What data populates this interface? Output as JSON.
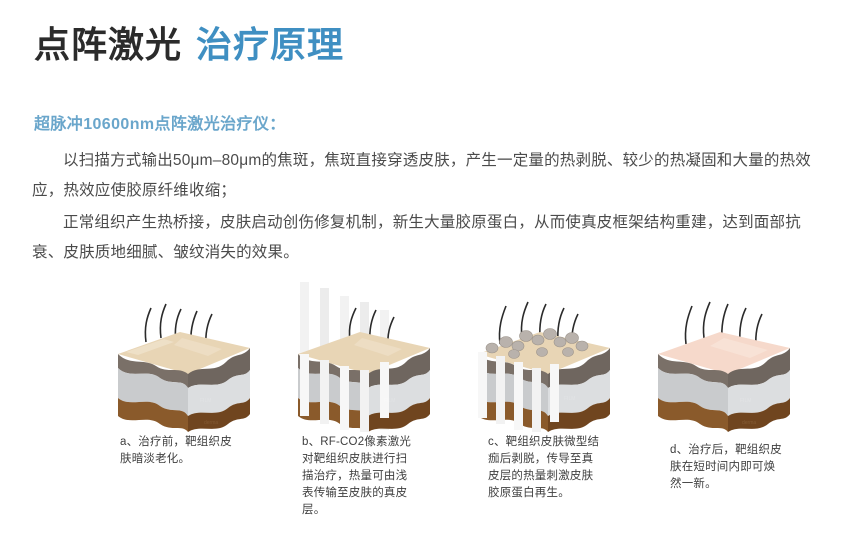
{
  "title": {
    "primary": "点阵激光",
    "accent": "治疗原理",
    "primary_color": "#2b2b2b",
    "accent_color": "#3f8fc2"
  },
  "subtitle": {
    "text": "超脉冲10600nm点阵激光治疗仪：",
    "color": "#6aa6cb"
  },
  "body": {
    "paragraphs": [
      "以扫描方式输出50μm–80μm的焦斑，焦斑直接穿透皮肤，产生一定量的热剥脱、较少的热凝固和大量的热效应，热效应使胶原纤维收缩；",
      "正常组织产生热桥接，皮肤启动创伤修复机制，新生大量胶原蛋白，从而使真皮框架结构重建，达到面部抗衰、皮肤质地细腻、皱纹消失的效果。"
    ],
    "color": "#4b4b4b"
  },
  "illustration": {
    "panels": [
      {
        "id": "a",
        "caption": "a、治疗前，靶组织皮肤暗淡老化。",
        "state": "before-treatment",
        "surface_color": "#e8d5b5",
        "beams": 0,
        "crusts": 0,
        "hairs": 5
      },
      {
        "id": "b",
        "caption": "b、RF-CO2像素激光对靶组织皮肤进行扫描治疗，热量可由浅表传输至皮肤的真皮层。",
        "state": "laser-scanning",
        "surface_color": "#e8d5b5",
        "beams": 5,
        "crusts": 0,
        "hairs": 3
      },
      {
        "id": "c",
        "caption": "c、靶组织皮肤微型结痂后剥脱，传导至真皮层的热量刺激皮肤胶原蛋白再生。",
        "state": "micro-crust-exfoliation",
        "surface_color": "#e8d5b5",
        "beams": 5,
        "crusts": 12,
        "hairs": 5
      },
      {
        "id": "d",
        "caption": "d、治疗后，靶组织皮肤在短时间内即可焕然一新。",
        "state": "after-treatment",
        "surface_color": "#f6d9cb",
        "beams": 0,
        "crusts": 0,
        "hairs": 5
      }
    ],
    "layer_colors": {
      "surface_aged": "#e8d5b5",
      "surface_renewed": "#f6d9cb",
      "epidermis_band": "#7a7068",
      "dermis": "#c9cbcd",
      "dermis_light": "#dcdee0",
      "subcutaneous": "#8a5a2b",
      "subcutaneous_dark": "#70451f",
      "beam_color": "#f2f2f2",
      "crust_color": "#b9b2ac",
      "hair_color": "#2b2b2b"
    }
  },
  "background_color": "#ffffff"
}
